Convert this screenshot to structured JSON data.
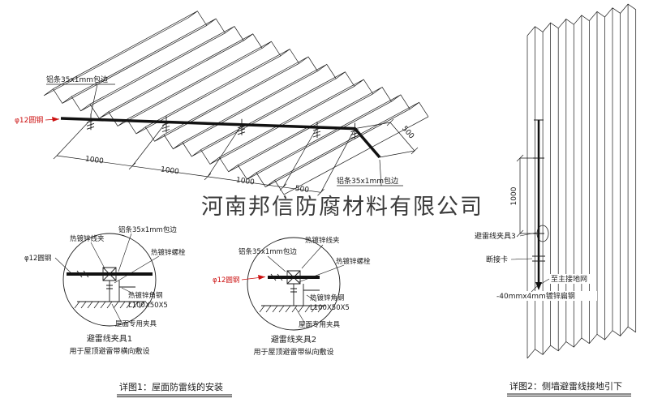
{
  "watermark": "河南邦信防腐材料有限公司",
  "colors": {
    "line": "#1a1a1a",
    "red": "#cc1111",
    "watermark": "#9b9b9b"
  },
  "roof": {
    "label_al_strip_left": "铝条35x1mm包边",
    "label_round_steel": "φ12圆钢",
    "label_al_strip_right": "铝条35x1mm包边",
    "dims": [
      "1000",
      "1000",
      "1000",
      "500"
    ],
    "dim_right": "500"
  },
  "detail1": {
    "label_clamp": "热镀锌线夹",
    "label_al_strip": "铝条35x1mm包边",
    "label_bolt": "热镀锌螺栓",
    "label_round_steel": "φ12圆钢",
    "label_angle_steel": "热镀锌角钢",
    "label_angle_spec": "L100X50X5",
    "label_fixture": "屋面专用夹具",
    "title": "避雷线夹具1",
    "subtitle": "用于屋顶避雷带横向敷设"
  },
  "detail2": {
    "label_al_strip": "铝条35x1mm包边",
    "label_clamp": "热镀锌线夹",
    "label_bolt": "热镀锌螺栓",
    "label_round_steel": "φ12圆钢",
    "label_angle_steel": "热镀锌角钢",
    "label_angle_spec": "L100X50X5",
    "label_fixture": "屋面专用夹具",
    "title": "避雷线夹具2",
    "subtitle": "用于屋顶避雷带纵向敷设"
  },
  "wall": {
    "dim": "1000",
    "label_clamp3": "避雷线夹具3",
    "label_disconnect": "断接卡",
    "label_to_ground": "至主接地网",
    "label_flat_steel": "-40mmx4mm镀锌扁钢"
  },
  "captions": {
    "detail1": "详图1：屋面防雷线的安装",
    "detail2": "详图2：侧墙避雷线接地引下"
  }
}
